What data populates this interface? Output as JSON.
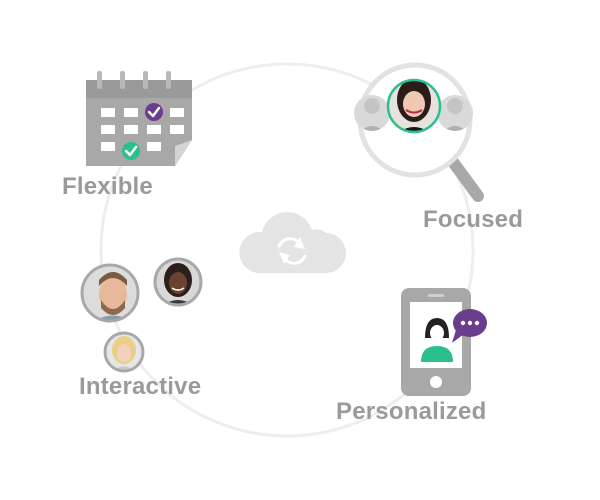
{
  "labels": {
    "flexible": "Flexible",
    "focused": "Focused",
    "interactive": "Interactive",
    "personalized": "Personalized"
  },
  "icons": {
    "center": "cloud-sync-icon",
    "flexible": "calendar-icon",
    "focused": "magnifier-icon",
    "interactive": "people-avatars",
    "personalized": "smartphone-chat-icon"
  },
  "colors": {
    "label_gray": "#9a9a9a",
    "icon_gray": "#a8a8a8",
    "light_gray": "#e4e4e4",
    "ring_gray": "#eeeeee",
    "purple_accent": "#6b3d8e",
    "green_accent": "#2bbf8f"
  }
}
